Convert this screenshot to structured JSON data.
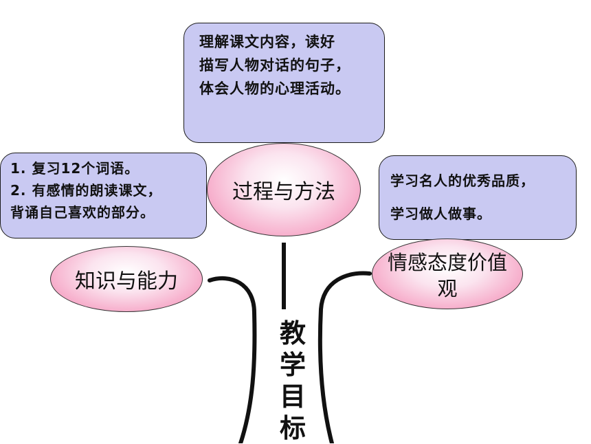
{
  "boxes": {
    "top": {
      "lines": [
        "理解课文内容，读好",
        "描写人物对话的句子，",
        "体会人物的心理活动。"
      ]
    },
    "left": {
      "lines": [
        "1.  复习12个词语。",
        "2. 有感情的朗读课文，",
        "背诵自己喜欢的部分。"
      ]
    },
    "right": {
      "lines": [
        "学习名人的优秀品质，",
        "学习做人做事。"
      ]
    }
  },
  "ellipses": {
    "top": "过程与方法",
    "left": "知识与能力",
    "right_line1": "情感态度价值",
    "right_line2": "观"
  },
  "center": {
    "chars": [
      "教",
      "学",
      "目",
      "标"
    ]
  },
  "colors": {
    "box_fill": "#c9c9f2",
    "ellipse_pink": "#f08cb6",
    "stroke": "#111111"
  }
}
